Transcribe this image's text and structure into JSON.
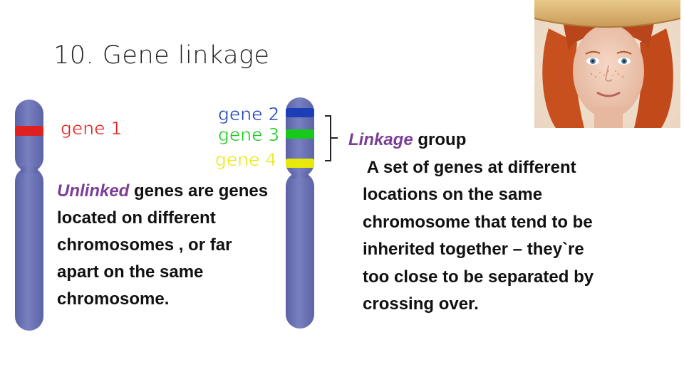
{
  "slide": {
    "title": "10.  Gene linkage"
  },
  "genes": [
    {
      "label": "gene 1",
      "color": "#e02020"
    },
    {
      "label": "gene 2",
      "color": "#1c3fb8"
    },
    {
      "label": "gene 3",
      "color": "#18c81a"
    },
    {
      "label": "gene 4",
      "color": "#e8e80a"
    }
  ],
  "chromosome_color": "#6b74b8",
  "unlinked": {
    "term": "Unlinked",
    "rest": " genes are genes located on different chromosomes , or far apart on the same chromosome.",
    "term_color": "#7a3e96"
  },
  "linkage": {
    "term": "Linkage",
    "heading_rest": " group",
    "lines": [
      " A set of genes at different",
      "locations on the same",
      "chromosome that tend to be",
      "inherited together – they`re",
      "too close to be separated by",
      "crossing over."
    ],
    "term_color": "#7a3e96"
  }
}
